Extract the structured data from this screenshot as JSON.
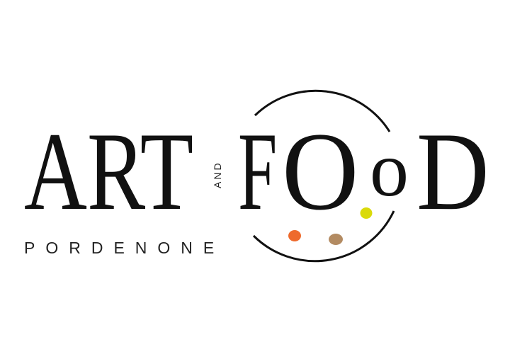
{
  "logo": {
    "word_art": "ART",
    "word_and": "AND",
    "word_food_F": "F",
    "word_food_O": "O",
    "word_food_o": "o",
    "word_food_D": "D",
    "subtitle": "PORDENONE"
  },
  "colors": {
    "ink": "#111111",
    "dot_orange": "#ee6a2c",
    "dot_tan": "#b38b62",
    "dot_yellow": "#dada0a"
  }
}
